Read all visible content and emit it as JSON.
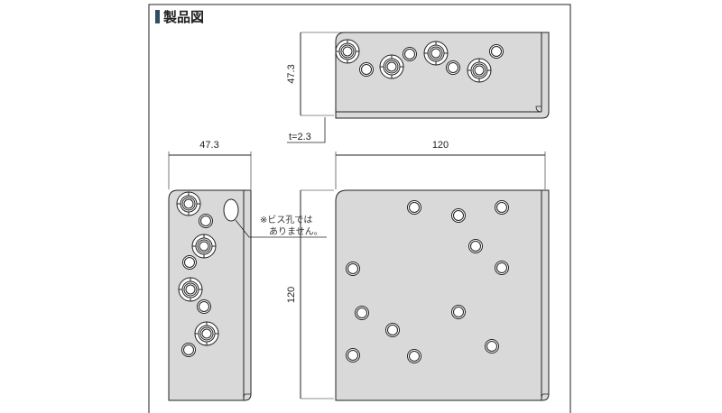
{
  "title": "製品図",
  "accent_color": "#2f4f5f",
  "plate_color": "#d9d9d9",
  "dimensions": {
    "top_view_height": "47.3",
    "thickness": "t=2.3",
    "side_view_width": "47.3",
    "front_view_width": "120",
    "front_view_height": "120"
  },
  "note": {
    "line1": "※ビス孔では",
    "line2": "ありません。"
  }
}
